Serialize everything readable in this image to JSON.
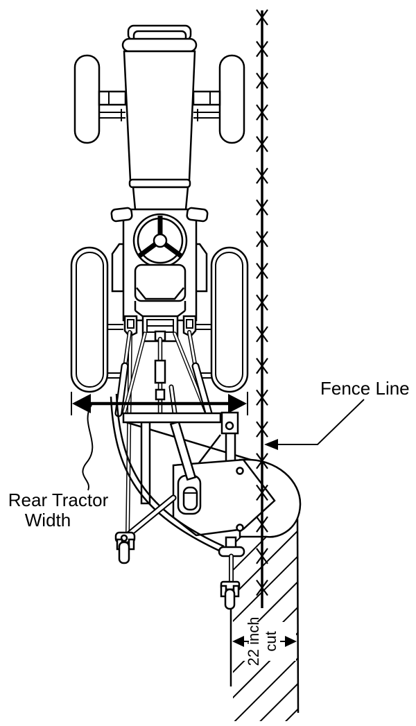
{
  "meta": {
    "background": "#ffffff",
    "ink": "#000000",
    "figure_type": "technical line diagram, top view",
    "subject": "tractor with rear-mounted side mower cutting along a fence line"
  },
  "labels": {
    "fence_line": "Fence Line",
    "rear_tractor_width_line1": "Rear Tractor",
    "rear_tractor_width_line2": "Width",
    "cut_line1": "22 inch",
    "cut_line2": "cut"
  },
  "fence": {
    "barb_count": 19
  },
  "cut": {
    "width_inches": 22
  }
}
